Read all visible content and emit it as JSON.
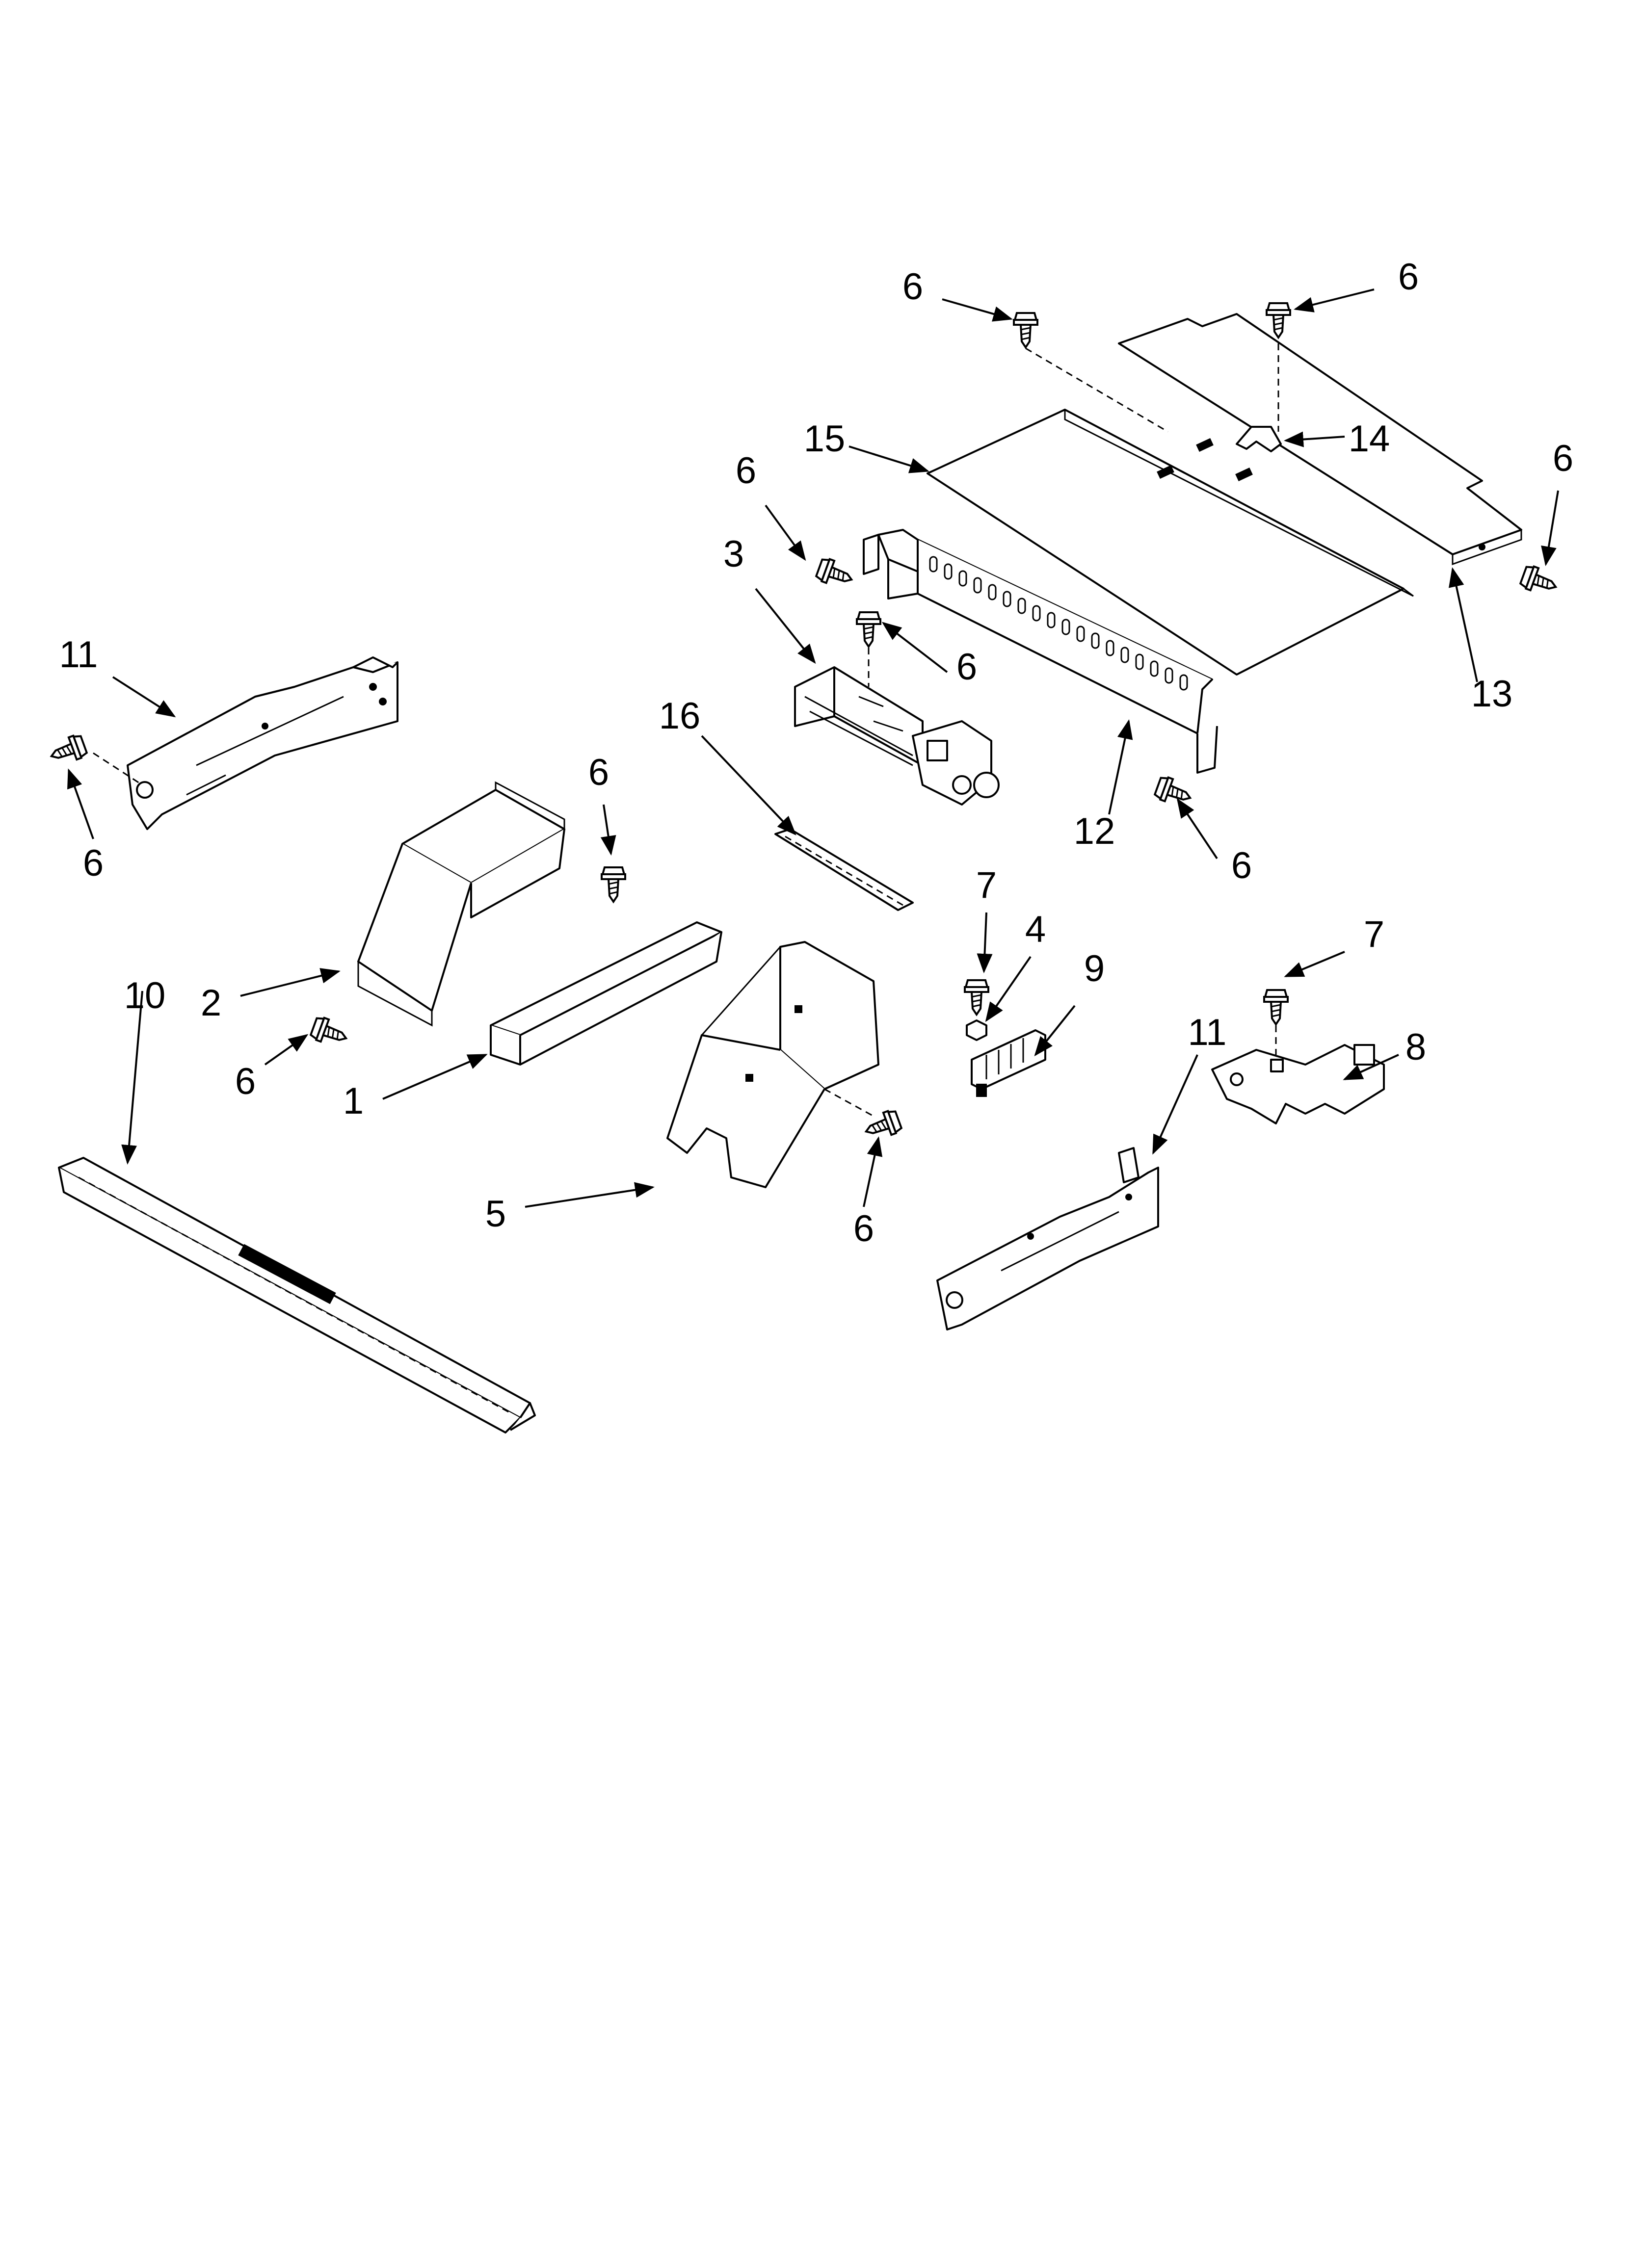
{
  "callouts": [
    {
      "id": "c1",
      "label": "1"
    },
    {
      "id": "c2",
      "label": "2"
    },
    {
      "id": "c3",
      "label": "3"
    },
    {
      "id": "c4",
      "label": "4"
    },
    {
      "id": "c5",
      "label": "5"
    },
    {
      "id": "c6a",
      "label": "6"
    },
    {
      "id": "c6b",
      "label": "6"
    },
    {
      "id": "c6c",
      "label": "6"
    },
    {
      "id": "c6d",
      "label": "6"
    },
    {
      "id": "c6e",
      "label": "6"
    },
    {
      "id": "c6f",
      "label": "6"
    },
    {
      "id": "c6g",
      "label": "6"
    },
    {
      "id": "c6h",
      "label": "6"
    },
    {
      "id": "c6i",
      "label": "6"
    },
    {
      "id": "c6j",
      "label": "6"
    },
    {
      "id": "c7a",
      "label": "7"
    },
    {
      "id": "c7b",
      "label": "7"
    },
    {
      "id": "c8",
      "label": "8"
    },
    {
      "id": "c9",
      "label": "9"
    },
    {
      "id": "c10",
      "label": "10"
    },
    {
      "id": "c11a",
      "label": "11"
    },
    {
      "id": "c11b",
      "label": "11"
    },
    {
      "id": "c12",
      "label": "12"
    },
    {
      "id": "c13",
      "label": "13"
    },
    {
      "id": "c14",
      "label": "14"
    },
    {
      "id": "c15",
      "label": "15"
    },
    {
      "id": "c16",
      "label": "16"
    }
  ]
}
